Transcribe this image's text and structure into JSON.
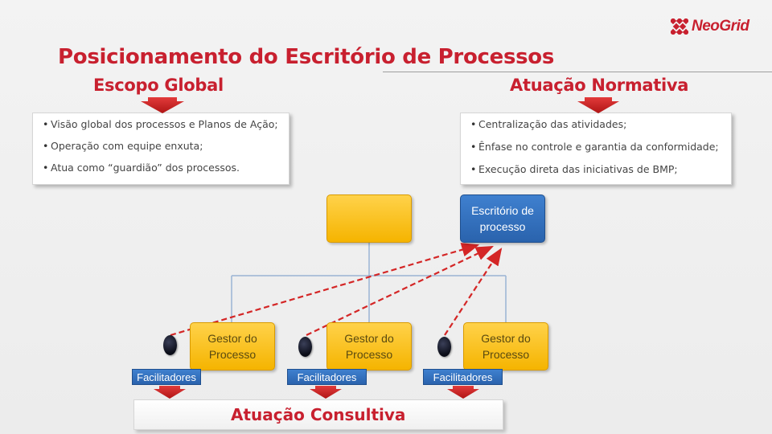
{
  "logo": {
    "text": "NeoGrid"
  },
  "title": "Posicionamento do Escritório de Processos",
  "sections": {
    "left": {
      "heading": "Escopo Global",
      "bullets": [
        "Visão global dos processos e Planos de Ação;",
        "Operação com equipe enxuta;",
        "Atua como “guardião” dos processos."
      ]
    },
    "right": {
      "heading": "Atuação Normativa",
      "bullets": [
        "Centralização das atividades;",
        "Ênfase no controle e garantia da conformidade;",
        "Execução direta das iniciativas de BMP;"
      ]
    }
  },
  "org": {
    "top_yellow_label": "",
    "escritorio_label": "Escritório de processo",
    "gestores": [
      "Gestor do Processo",
      "Gestor do Processo",
      "Gestor do Processo"
    ],
    "facilitadores": [
      "Facilitadores",
      "Facilitadores",
      "Facilitadores"
    ]
  },
  "bottom": {
    "heading": "Atuação Consultiva"
  },
  "colors": {
    "accent_red": "#c8202f",
    "box_blue": "#2f6cbf",
    "box_yellow": "#f7bd1a",
    "arrow_red": "#d42626"
  }
}
